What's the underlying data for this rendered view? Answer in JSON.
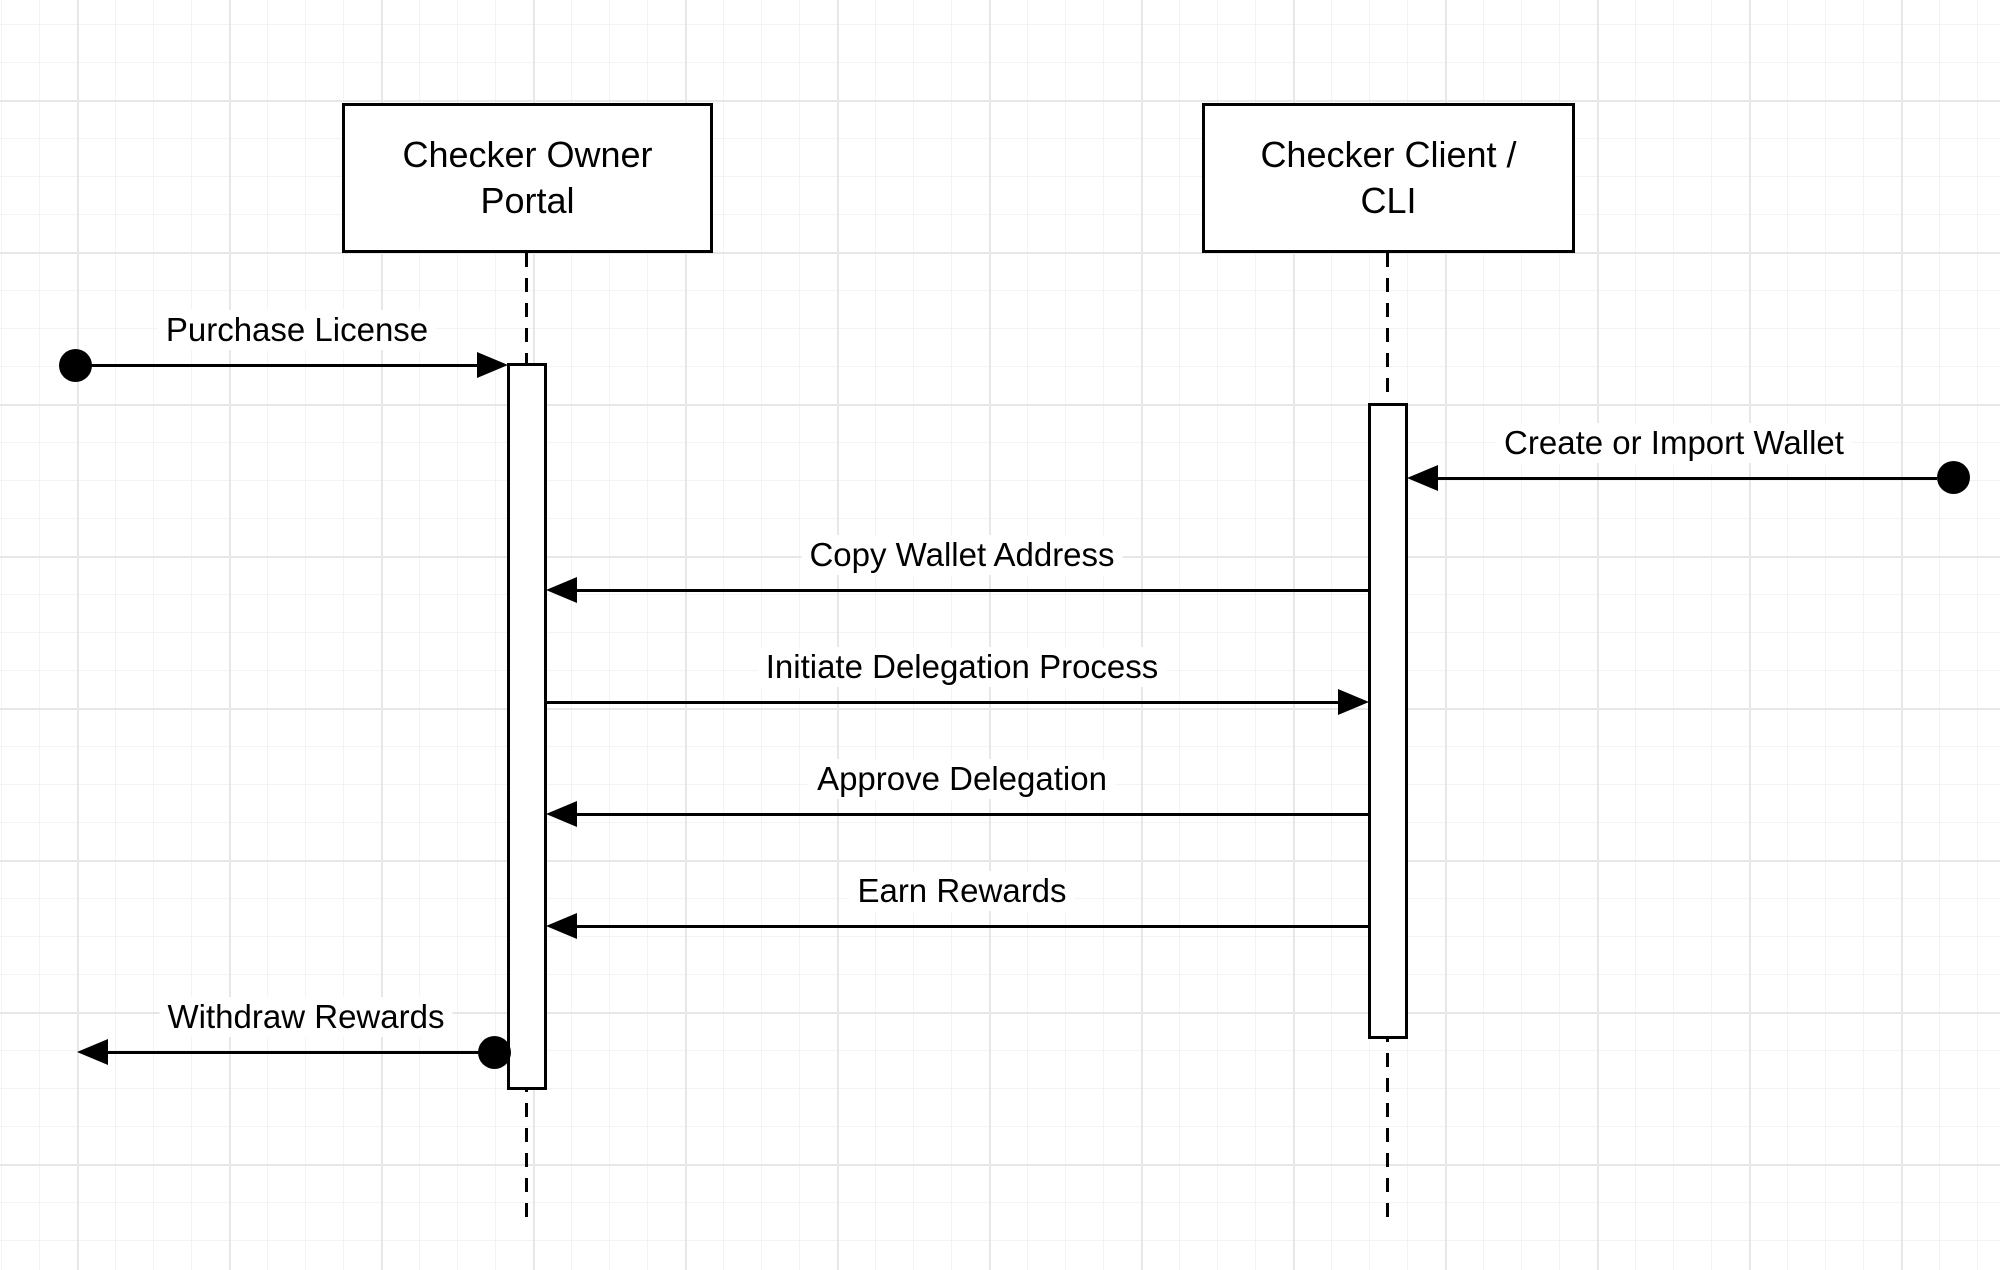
{
  "diagram": {
    "type": "sequence",
    "participants": [
      {
        "name": "Checker Owner Portal"
      },
      {
        "name": "Checker Client / CLI"
      }
    ],
    "messages": [
      {
        "label": "Purchase License",
        "direction": "right",
        "source_endpoint": "filled-circle",
        "target": "Checker Owner Portal"
      },
      {
        "label": "Create or Import Wallet",
        "direction": "left",
        "source_endpoint": "filled-circle",
        "target": "Checker Client / CLI"
      },
      {
        "label": "Copy Wallet Address",
        "direction": "left",
        "source": "Checker Client / CLI",
        "target": "Checker Owner Portal"
      },
      {
        "label": "Initiate Delegation Process",
        "direction": "right",
        "source": "Checker Owner Portal",
        "target": "Checker Client / CLI"
      },
      {
        "label": "Approve Delegation",
        "direction": "left",
        "source": "Checker Client / CLI",
        "target": "Checker Owner Portal"
      },
      {
        "label": "Earn Rewards",
        "direction": "left",
        "source": "Checker Client / CLI",
        "target": "Checker Owner Portal"
      },
      {
        "label": "Withdraw Rewards",
        "direction": "left",
        "source": "Checker Owner Portal",
        "source_endpoint": "filled-circle"
      }
    ],
    "colors": {
      "shape_stroke": "#000000",
      "shape_fill": "#ffffff",
      "canvas_background": "#ffffff",
      "grid_minor": "#f3f3f3",
      "grid_major": "#e7e7e7"
    }
  }
}
